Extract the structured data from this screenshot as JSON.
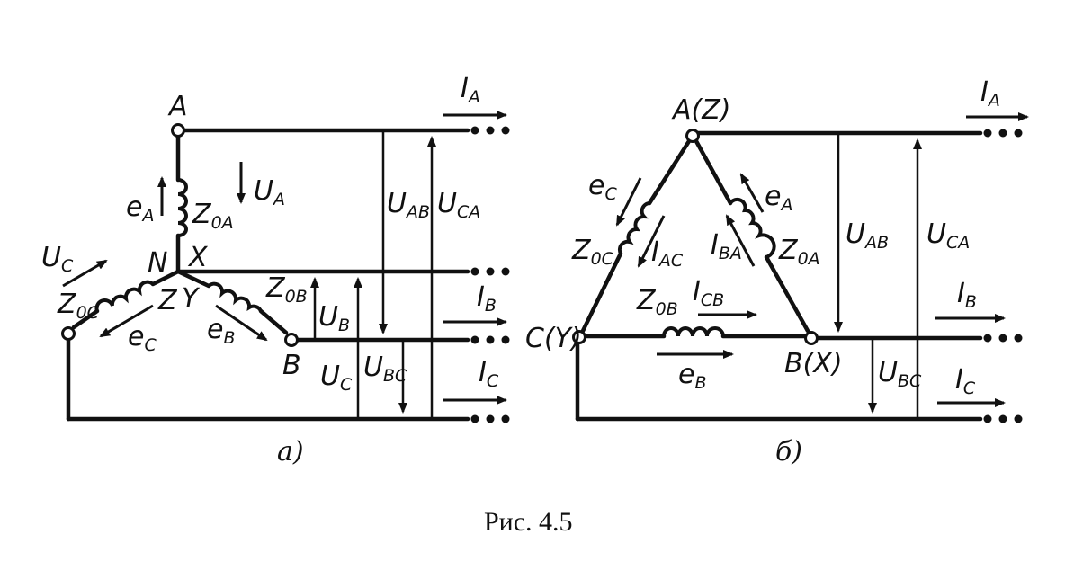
{
  "caption": "Рис.  4.5",
  "panel_a": {
    "label": "a)",
    "nodes": {
      "A": "A",
      "B": "B",
      "N": "N",
      "X": "X",
      "Y": "Y",
      "Z": "Z"
    },
    "impedances": {
      "ZOA": {
        "main": "Z",
        "sub": "0A"
      },
      "ZOB": {
        "main": "Z",
        "sub": "0B"
      },
      "ZOC": {
        "main": "Z",
        "sub": "0C"
      }
    },
    "emfs": {
      "eA": {
        "main": "e",
        "sub": "A"
      },
      "eB": {
        "main": "e",
        "sub": "B"
      },
      "eC": {
        "main": "e",
        "sub": "C"
      }
    },
    "voltages": {
      "UA": {
        "main": "U",
        "sub": "A"
      },
      "UB": {
        "main": "U",
        "sub": "B"
      },
      "UC": {
        "main": "U",
        "sub": "C"
      },
      "UC_source": {
        "main": "U",
        "sub": "C"
      },
      "UAB": {
        "main": "U",
        "sub": "AB"
      },
      "UCA": {
        "main": "U",
        "sub": "CA"
      },
      "UBC": {
        "main": "U",
        "sub": "BC"
      }
    },
    "currents": {
      "IA": {
        "main": "I",
        "sub": "A"
      },
      "IB": {
        "main": "I",
        "sub": "B"
      },
      "IC": {
        "main": "I",
        "sub": "C"
      }
    }
  },
  "panel_b": {
    "label": "б)",
    "nodes": {
      "AZ": "A(Z)",
      "BX": "B(X)",
      "CY": "C(Y)"
    },
    "impedances": {
      "ZOA": {
        "main": "Z",
        "sub": "0A"
      },
      "ZOB": {
        "main": "Z",
        "sub": "0B"
      },
      "ZOC": {
        "main": "Z",
        "sub": "0C"
      }
    },
    "emfs": {
      "eA": {
        "main": "e",
        "sub": "A"
      },
      "eB": {
        "main": "e",
        "sub": "B"
      },
      "eC": {
        "main": "e",
        "sub": "C"
      }
    },
    "phase_currents": {
      "IAC": {
        "main": "I",
        "sub": "AC"
      },
      "IBA": {
        "main": "I",
        "sub": "BA"
      },
      "ICB": {
        "main": "I",
        "sub": "CB"
      }
    },
    "voltages": {
      "UAB": {
        "main": "U",
        "sub": "AB"
      },
      "UCA": {
        "main": "U",
        "sub": "CA"
      },
      "UBC": {
        "main": "U",
        "sub": "BC"
      }
    },
    "currents": {
      "IA": {
        "main": "I",
        "sub": "A"
      },
      "IB": {
        "main": "I",
        "sub": "B"
      },
      "IC": {
        "main": "I",
        "sub": "C"
      }
    }
  }
}
